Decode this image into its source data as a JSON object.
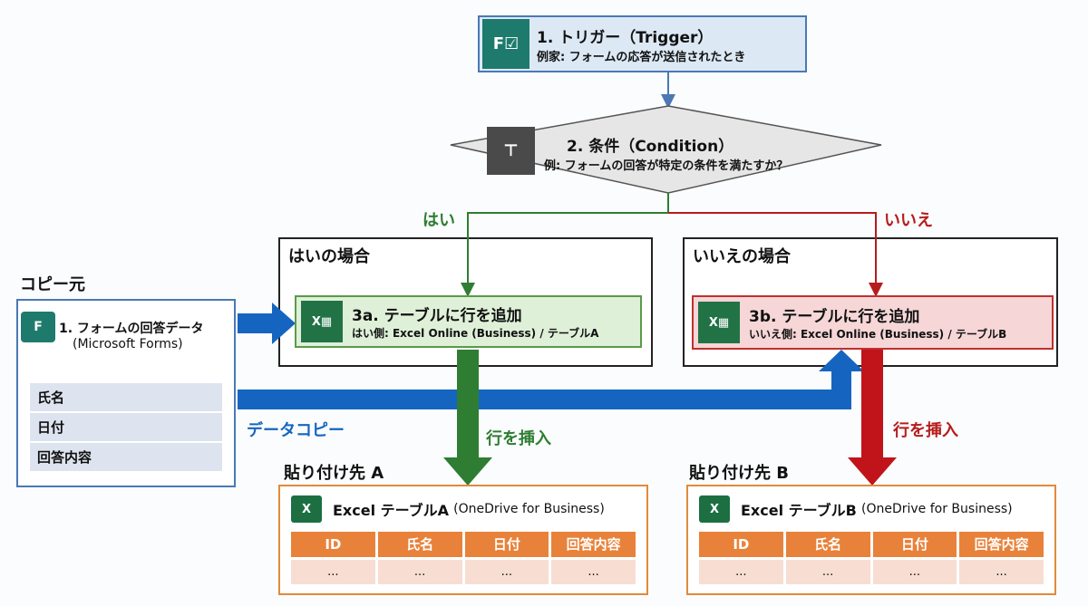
{
  "colors": {
    "trigger_fill": "#dce9f5",
    "trigger_border": "#4a78b5",
    "yes": "#2e7d32",
    "no": "#b71c1c",
    "copy": "#1565c0",
    "dest_border": "#e08a3c",
    "table_header": "#e8823a"
  },
  "trigger": {
    "icon": "forms-icon",
    "title": "1. トリガー（Trigger）",
    "subtitle": "例家: フォームの応答が送信されたとき"
  },
  "condition": {
    "icon": "condition-branch-icon",
    "title": "2. 条件（Condition）",
    "subtitle": "例: フォームの回答が特定の条件を満たすか？"
  },
  "branches": {
    "yes": "はい",
    "no": "いいえ"
  },
  "yes_case": {
    "label": "はいの場合",
    "step": {
      "icon": "excel-icon",
      "title": "3a. テーブルに行を追加",
      "subtitle": "はい側: Excel Online (Business) / テーブルA"
    }
  },
  "no_case": {
    "label": "いいえの場合",
    "step": {
      "icon": "excel-icon",
      "title": "3b. テーブルに行を追加",
      "subtitle": "いいえ側: Excel Online (Business) / テーブルB"
    }
  },
  "source": {
    "label": "コピー元",
    "icon": "forms-icon",
    "title": "1. フォームの回答データ",
    "subtitle": "(Microsoft Forms)",
    "fields": [
      "氏名",
      "日付",
      "回答内容"
    ]
  },
  "copy_label": "データコピー",
  "insert_label": "行を挿入",
  "dest_a": {
    "label": "貼り付け先 A",
    "title": "Excel テーブルA",
    "title_suffix": "(OneDrive for Business)",
    "columns": [
      "ID",
      "氏名",
      "日付",
      "回答内容"
    ],
    "row": [
      "...",
      "...",
      "...",
      "..."
    ]
  },
  "dest_b": {
    "label": "貼り付け先 B",
    "title": "Excel テーブルB",
    "title_suffix": "(OneDrive for Business)",
    "columns": [
      "ID",
      "氏名",
      "日付",
      "回答内容"
    ],
    "row": [
      "...",
      "...",
      "...",
      "..."
    ]
  }
}
